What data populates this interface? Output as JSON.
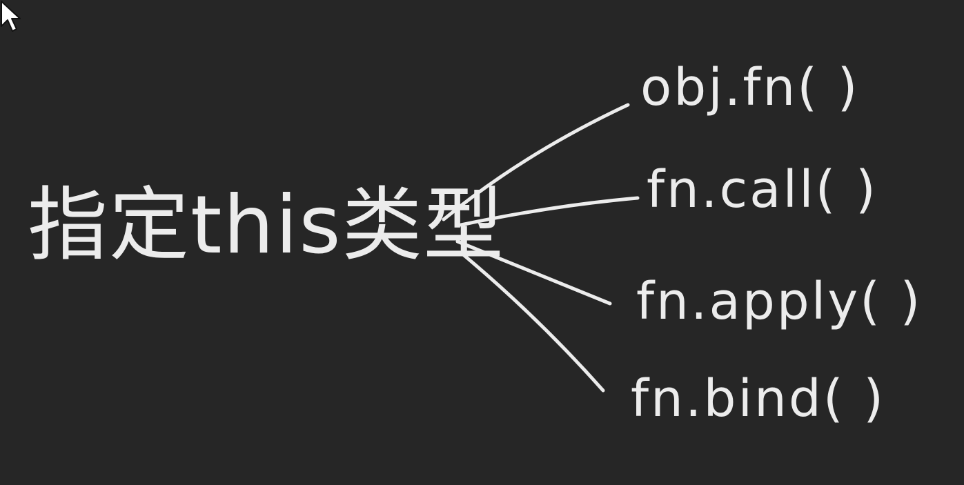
{
  "diagram": {
    "root": {
      "label": "指定this类型"
    },
    "branches": [
      {
        "label": "obj.fn( )"
      },
      {
        "label": "fn.call( )"
      },
      {
        "label": "fn.apply( )"
      },
      {
        "label": "fn.bind( )"
      }
    ]
  },
  "colors": {
    "background": "#262626",
    "ink": "#ececec"
  },
  "icons": {
    "pointer": "mouse-pointer-icon"
  }
}
